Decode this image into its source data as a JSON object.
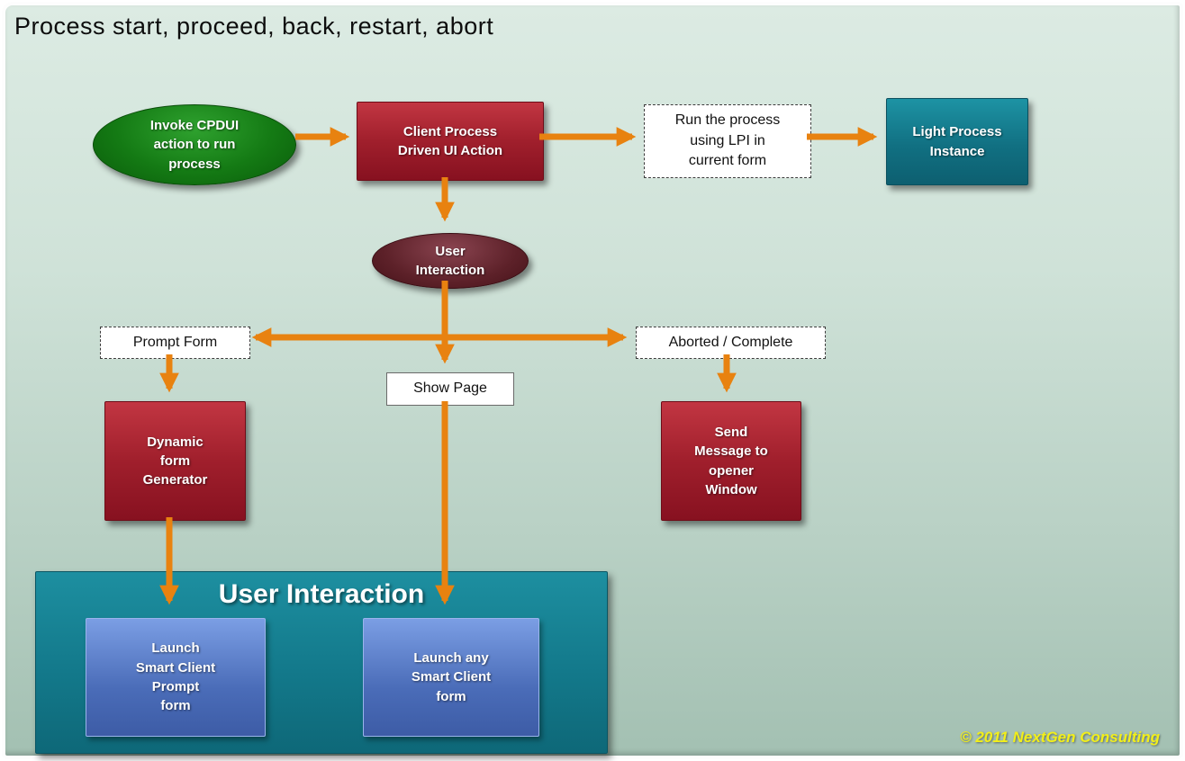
{
  "title": "Process start, proceed, back, restart, abort",
  "copyright": "© 2011 NextGen Consulting",
  "nodes": {
    "invoke_cpdui": "Invoke CPDUI\naction to run\nprocess",
    "client_process_action": "Client Process\nDriven UI Action",
    "run_process": "Run the process\nusing LPI in\ncurrent form",
    "light_process_instance": "Light Process\nInstance",
    "user_interaction_decision": "User\nInteraction",
    "prompt_form": "Prompt Form",
    "aborted_complete": "Aborted / Complete",
    "show_page": "Show Page",
    "dynamic_form_generator": "Dynamic\nform\nGenerator",
    "send_message_to_opener": "Send\nMessage to\nopener\nWindow",
    "user_interaction_container": "User Interaction",
    "launch_smart_client_prompt": "Launch\nSmart Client\nPrompt\nform",
    "launch_any_smart_client": "Launch any\nSmart Client\nform"
  },
  "colors": {
    "arrow": "#E88210",
    "green_node": "#147A14",
    "red_node": "#A01F2C",
    "teal_node": "#117082",
    "maroon_node": "#5D2129",
    "blue_node": "#4A6CB8",
    "background_top": "#DCEBE3",
    "background_bottom": "#A3C0B2",
    "copyright_text": "#F2EF1A"
  }
}
